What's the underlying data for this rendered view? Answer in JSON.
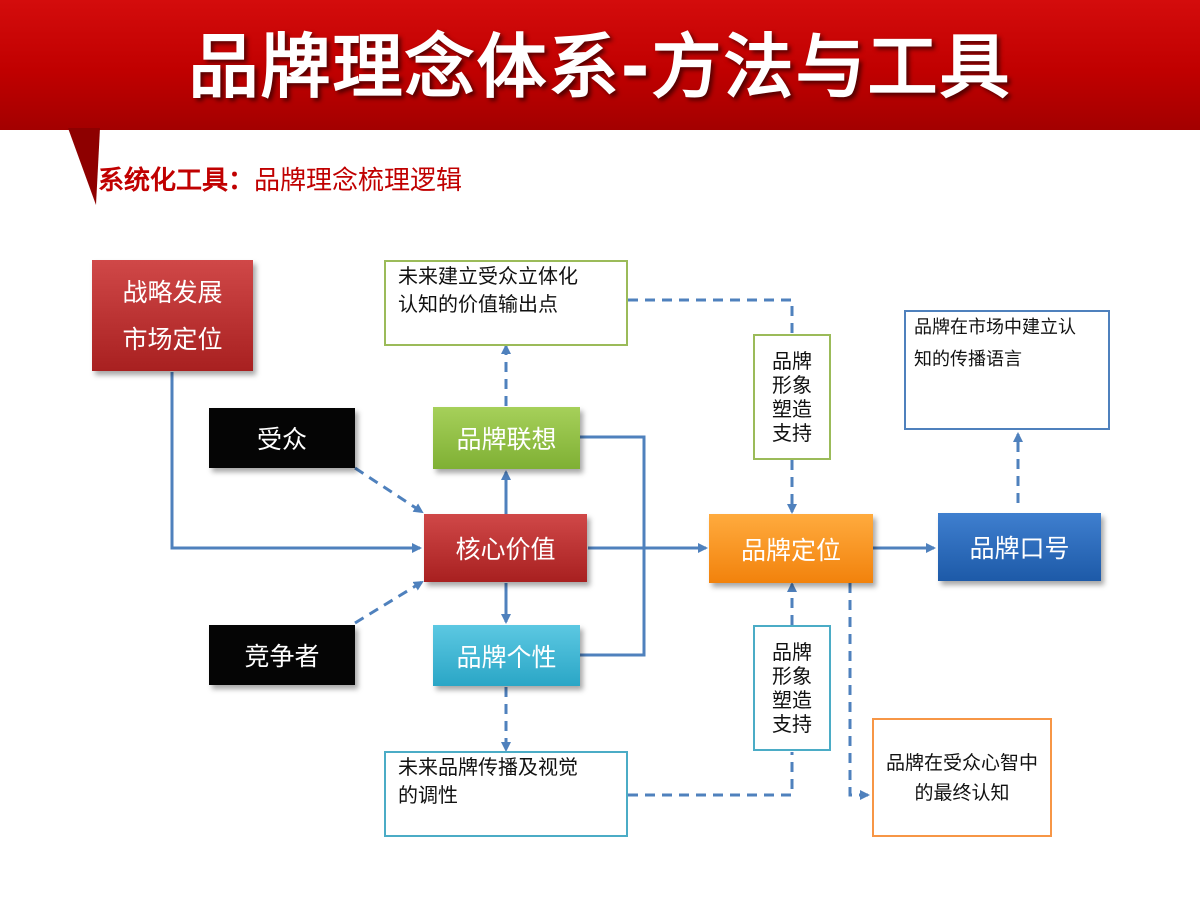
{
  "header": {
    "title": "品牌理念体系-方法与工具",
    "subtitle_bold": "系统化工具：",
    "subtitle_text": "品牌理念梳理逻辑"
  },
  "nodes": {
    "strategy": {
      "line1": "战略发展",
      "line2": "市场定位"
    },
    "audience": "受众",
    "competitor": "竞争者",
    "core_value": "核心价值",
    "association": "品牌联想",
    "personality": "品牌个性",
    "positioning": "品牌定位",
    "slogan": "品牌口号",
    "future_value": {
      "line1": "未来建立受众立体化",
      "line2": "认知的价值输出点"
    },
    "future_tone": {
      "line1": "未来品牌传播及视觉",
      "line2": "的调性"
    },
    "image_support_top": [
      "品牌",
      "形象",
      "塑造",
      "支持"
    ],
    "image_support_bottom": [
      "品牌",
      "形象",
      "塑造",
      "支持"
    ],
    "slogan_desc": {
      "line1": "品牌在市场中建立认",
      "line2": "知的传播语言"
    },
    "final_cognition": {
      "line1": "品牌在受众心智中",
      "line2": "的最终认知"
    }
  },
  "colors": {
    "banner_red": "#c00000",
    "connector_blue": "#4f81bd",
    "core_red": "#b83232",
    "association_green": "#92c140",
    "personality_cyan": "#3db6d6",
    "positioning_orange": "#f7921e",
    "slogan_blue": "#2d6cc0",
    "black_box": "#050505",
    "outline_green": "#9bbb59",
    "outline_cyan": "#4bacc6",
    "outline_blue": "#4f81bd",
    "outline_orange": "#f79646"
  }
}
